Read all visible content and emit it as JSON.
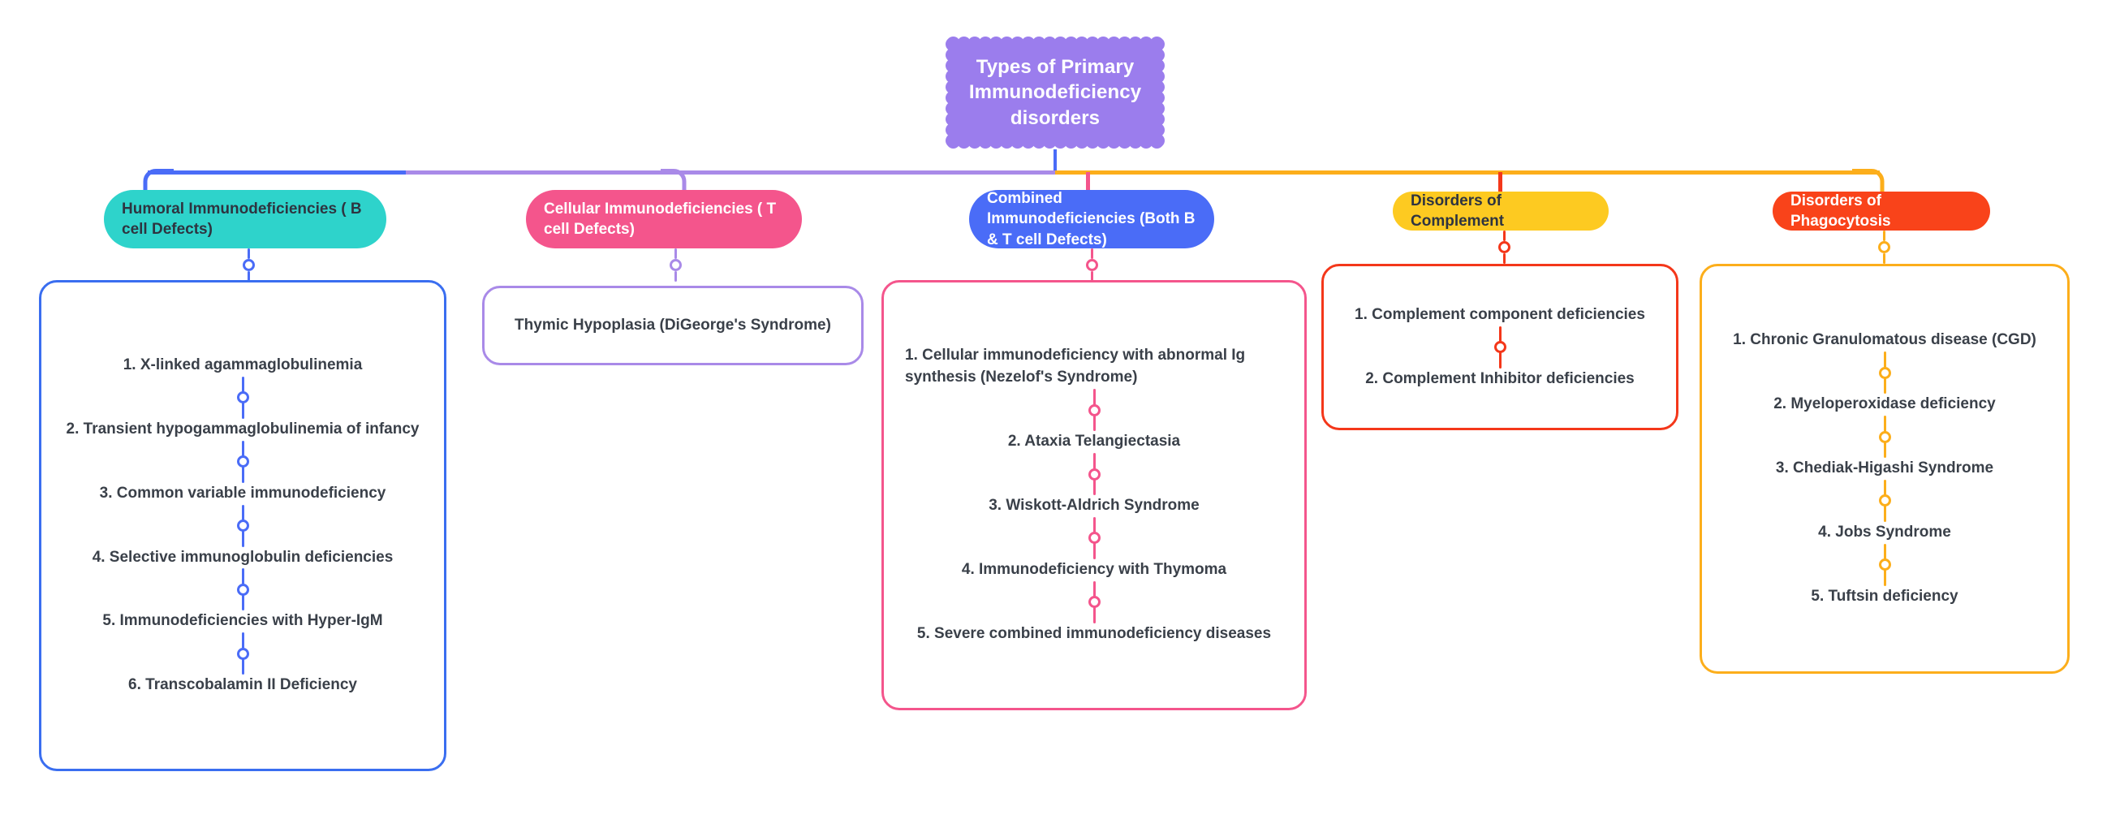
{
  "diagram": {
    "type": "mind-map",
    "root": {
      "label": "Types of Primary Immunodeficiency disorders",
      "fill": "#9b7ded",
      "text_color": "#ffffff"
    },
    "bus": {
      "left_color": "#4a6cf7",
      "mid_color": "#a98ae8",
      "right_color": "#fcae1b",
      "root_stub_color": "#4a6cf7"
    },
    "branches": [
      {
        "id": "humoral",
        "title": "Humoral Immunodeficiencies ( B cell Defects)",
        "pill_fill": "#2ed3cb",
        "pill_text": "#2e3440",
        "connector": "#4a6cf7",
        "panel_border": "#3a6ef0",
        "items": [
          "1. X-linked agammaglobulinemia",
          "2. Transient hypogammaglobulinemia of infancy",
          "3. Common variable immunodeficiency",
          "4. Selective immunoglobulin deficiencies",
          "5. Immunodeficiencies with Hyper-IgM",
          "6. Transcobalamin II Deficiency"
        ]
      },
      {
        "id": "cellular",
        "title": "Cellular Immunodeficiencies ( T cell Defects)",
        "pill_fill": "#f4558c",
        "pill_text": "#ffffff",
        "connector": "#a98ae8",
        "panel_border": "#a98ae8",
        "items": [
          "Thymic Hypoplasia (DiGeorge's Syndrome)"
        ]
      },
      {
        "id": "combined",
        "title": "Combined Immunodeficiencies (Both B & T cell Defects)",
        "pill_fill": "#4a6cf7",
        "pill_text": "#ffffff",
        "connector": "#f4558c",
        "panel_border": "#f4558c",
        "items": [
          "1. Cellular immunodeficiency with abnormal Ig synthesis (Nezelof's Syndrome)",
          "2. Ataxia Telangiectasia",
          "3. Wiskott-Aldrich Syndrome",
          "4. Immunodeficiency with Thymoma",
          "5. Severe combined immunodeficiency diseases"
        ]
      },
      {
        "id": "complement",
        "title": "Disorders of Complement",
        "pill_fill": "#fdca21",
        "pill_text": "#2e3440",
        "connector": "#f4371a",
        "panel_border": "#f4371a",
        "items": [
          "1. Complement component deficiencies",
          "2. Complement Inhibitor deficiencies"
        ]
      },
      {
        "id": "phagocytosis",
        "title": "Disorders of Phagocytosis",
        "pill_fill": "#f9431a",
        "pill_text": "#ffffff",
        "connector": "#fcae1b",
        "panel_border": "#fcae1b",
        "items": [
          "1. Chronic Granulomatous disease (CGD)",
          "2. Myeloperoxidase deficiency",
          "3. Chediak-Higashi Syndrome",
          "4. Jobs Syndrome",
          "5. Tuftsin deficiency"
        ]
      }
    ]
  }
}
